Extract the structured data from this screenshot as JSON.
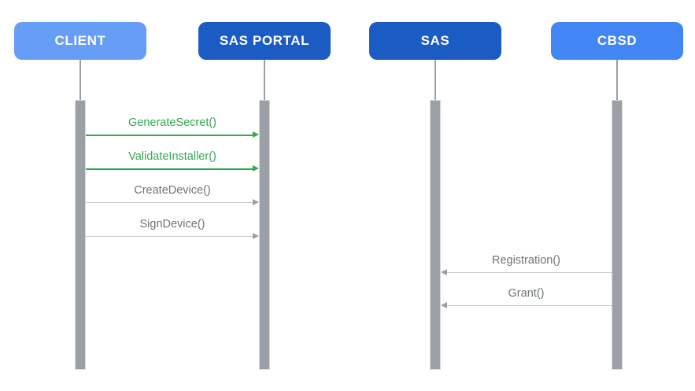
{
  "diagram": {
    "type": "sequence-diagram",
    "background_color": "#FFFFFF",
    "lifeline_color": "#9AA0A6",
    "activation_bar_color": "#9AA0A6"
  },
  "actors": [
    {
      "label": "CLIENT",
      "color": "#669DF6",
      "text_color": "#FFFFFF"
    },
    {
      "label": "SAS PORTAL",
      "color": "#1B5CC4",
      "text_color": "#FFFFFF"
    },
    {
      "label": "SAS",
      "color": "#1B5CC4",
      "text_color": "#FFFFFF"
    },
    {
      "label": "CBSD",
      "color": "#4285F4",
      "text_color": "#FFFFFF"
    }
  ],
  "messages": [
    {
      "label": "GenerateSecret()",
      "from": "CLIENT",
      "to": "SAS PORTAL",
      "direction": "right",
      "color": "#34A853"
    },
    {
      "label": "ValidateInstaller()",
      "from": "CLIENT",
      "to": "SAS PORTAL",
      "direction": "right",
      "color": "#34A853"
    },
    {
      "label": "CreateDevice()",
      "from": "CLIENT",
      "to": "SAS PORTAL",
      "direction": "right",
      "color": "#6F7478"
    },
    {
      "label": "SignDevice()",
      "from": "CLIENT",
      "to": "SAS PORTAL",
      "direction": "right",
      "color": "#6F7478"
    },
    {
      "label": "Registration()",
      "from": "CBSD",
      "to": "SAS",
      "direction": "left",
      "color": "#6F7478"
    },
    {
      "label": "Grant()",
      "from": "CBSD",
      "to": "SAS",
      "direction": "left",
      "color": "#6F7478"
    }
  ]
}
